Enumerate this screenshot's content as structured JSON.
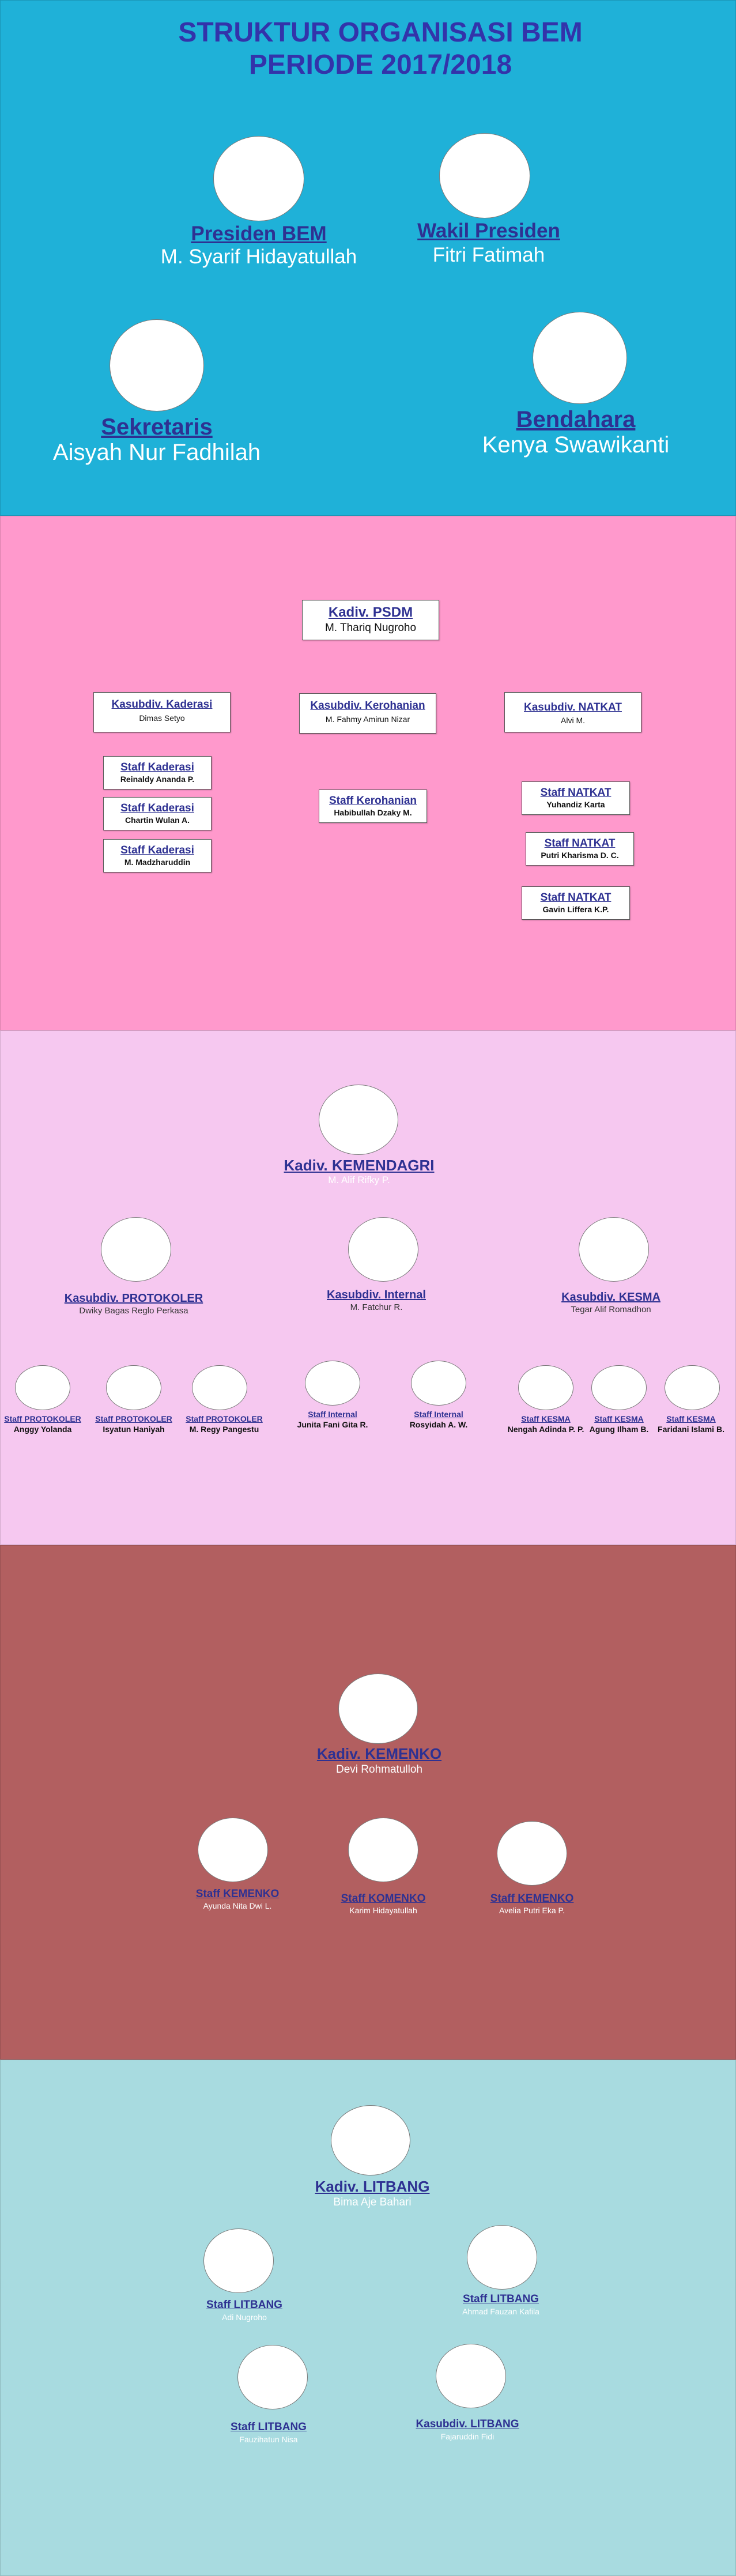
{
  "header": {
    "title_line1": "STRUKTUR ORGANISASI BEM",
    "title_line2": "PERIODE 2017/2018"
  },
  "colors": {
    "bg_pengurus_inti": "#1fb1d8",
    "bg_psdm": "#ff99cc",
    "bg_kemendagri": "#f6c8f0",
    "bg_kemenko": "#b25f60",
    "bg_litbang": "#a8dbe0",
    "title": "#3333aa",
    "role_link": "#2e3192"
  },
  "pengurus_inti": {
    "presiden": {
      "role": "Presiden BEM",
      "name": "M. Syarif Hidayatullah"
    },
    "wakil": {
      "role": "Wakil Presiden",
      "name": "Fitri Fatimah"
    },
    "sekretaris": {
      "role": "Sekretaris",
      "name": "Aisyah Nur Fadhilah"
    },
    "bendahara": {
      "role": "Bendahara",
      "name": "Kenya Swawikanti"
    }
  },
  "psdm": {
    "kadiv": {
      "role": "Kadiv. PSDM",
      "name": "M. Thariq Nugroho"
    },
    "kasubdiv": [
      {
        "role": "Kasubdiv. Kaderasi",
        "name": "Dimas Setyo"
      },
      {
        "role": "Kasubdiv. Kerohanian",
        "name": "M. Fahmy Amirun Nizar"
      },
      {
        "role": "Kasubdiv. NATKAT",
        "name": "Alvi M."
      }
    ],
    "staff_kaderasi": [
      {
        "role": "Staff Kaderasi",
        "name": "Reinaldy Ananda P."
      },
      {
        "role": "Staff Kaderasi",
        "name": "Chartin Wulan A."
      },
      {
        "role": "Staff Kaderasi",
        "name": "M. Madzharuddin"
      }
    ],
    "staff_kerohanian": [
      {
        "role": "Staff Kerohanian",
        "name": "Habibullah Dzaky M."
      }
    ],
    "staff_natkat": [
      {
        "role": "Staff NATKAT",
        "name": "Yuhandiz Karta"
      },
      {
        "role": "Staff NATKAT",
        "name": "Putri Kharisma D. C."
      },
      {
        "role": "Staff NATKAT",
        "name": "Gavin Liffera K.P."
      }
    ]
  },
  "kemendagri": {
    "kadiv": {
      "role": "Kadiv. KEMENDAGRI",
      "name": "M. Alif Rifky P."
    },
    "kasubdiv": [
      {
        "role": "Kasubdiv. PROTOKOLER",
        "name": "Dwiky Bagas Reglo Perkasa"
      },
      {
        "role": "Kasubdiv. Internal",
        "name": "M. Fatchur R."
      },
      {
        "role": "Kasubdiv. KESMA",
        "name": "Tegar Alif Romadhon"
      }
    ],
    "staff": [
      {
        "role": "Staff PROTOKOLER",
        "name": "Anggy Yolanda"
      },
      {
        "role": "Staff PROTOKOLER",
        "name": "Isyatun Haniyah"
      },
      {
        "role": "Staff PROTOKOLER",
        "name": "M. Regy Pangestu"
      },
      {
        "role": "Staff Internal",
        "name": "Junita Fani Gita R."
      },
      {
        "role": "Staff Internal",
        "name": "Rosyidah A. W."
      },
      {
        "role": "Staff KESMA",
        "name": "Nengah Adinda P. P."
      },
      {
        "role": "Staff KESMA",
        "name": "Agung Ilham B."
      },
      {
        "role": "Staff KESMA",
        "name": "Faridani Islami B."
      }
    ]
  },
  "kemenko": {
    "kadiv": {
      "role": "Kadiv. KEMENKO",
      "name": "Devi Rohmatulloh"
    },
    "staff": [
      {
        "role": "Staff KEMENKO",
        "name": "Ayunda Nita Dwi L."
      },
      {
        "role": "Staff KOMENKO",
        "name": "Karim Hidayatullah"
      },
      {
        "role": "Staff KEMENKO",
        "name": "Avelia Putri Eka P."
      }
    ]
  },
  "litbang": {
    "kadiv": {
      "role": "Kadiv. LITBANG",
      "name": "Bima Aje Bahari"
    },
    "members": [
      {
        "role": "Staff LITBANG",
        "name": "Adi Nugroho"
      },
      {
        "role": "Staff LITBANG",
        "name": "Ahmad Fauzan Kafila"
      },
      {
        "role": "Staff LITBANG",
        "name": "Fauzihatun Nisa"
      },
      {
        "role": "Kasubdiv. LITBANG",
        "name": "Fajaruddin Fidi"
      }
    ]
  }
}
